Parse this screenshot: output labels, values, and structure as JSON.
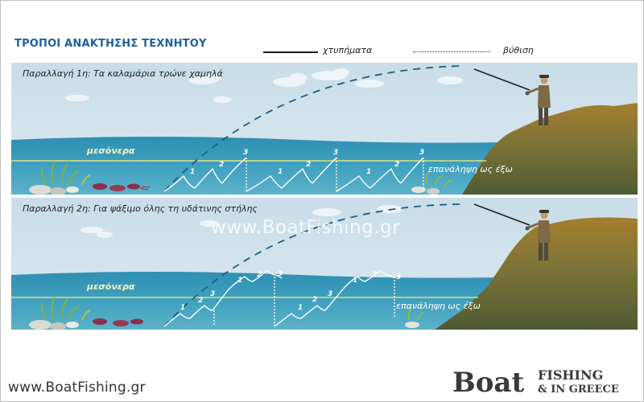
{
  "title": "ΤΡΟΠΟΙ ΑΝΑΚΤΗΣΗΣ ΤΕΧΝΗΤΟΥ",
  "legend": {
    "solid_label": "χτυπήματα",
    "dotted_label": "βύθιση"
  },
  "panel1": {
    "title": "Παραλλαγή 1η: Τα καλαμάρια τρώνε χαμηλά",
    "mesonera_label": "μεσόνερα",
    "repeat_label": "επανάληψη ως έξω",
    "steps": [
      "1",
      "2",
      "3",
      "1",
      "2",
      "3",
      "1",
      "2",
      "3"
    ]
  },
  "panel2": {
    "title": "Παραλλαγή 2η: Για ψάξιμο όλης τη υδάτινης στήλης",
    "mesonera_label": "μεσόνερα",
    "repeat_label": "επανάληψη ως έξω",
    "steps": [
      "1",
      "2",
      "3",
      "1",
      "2",
      "3",
      "1",
      "2",
      "3",
      "1",
      "2",
      "3"
    ]
  },
  "watermark": "www.BoatFishing.gr",
  "footer_url": "www.BoatFishing.gr",
  "logo": {
    "word1": "Boat",
    "word2": "FISHING",
    "word3": "& IN GREECE"
  },
  "colors": {
    "title": "#1f5f9e",
    "sky": "#cfe1ea",
    "water": "#3c97b7",
    "mesonera_line": "#e2e07a",
    "cast_line": "#1e5f7d",
    "hill_top": "#9a7a30",
    "hill_low": "#5f6a3a"
  }
}
